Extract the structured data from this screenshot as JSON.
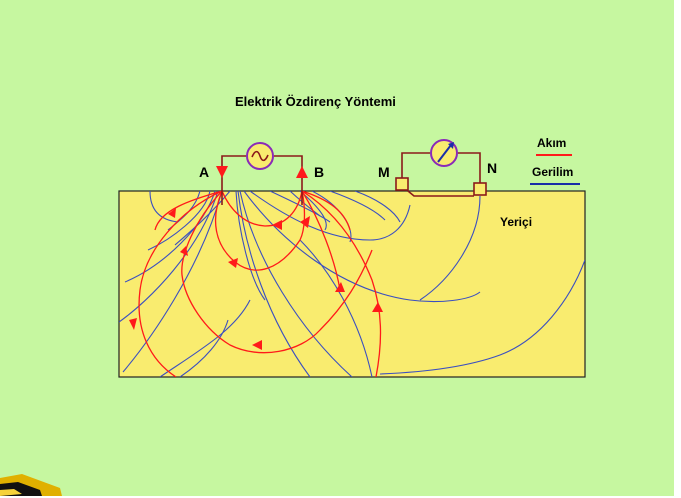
{
  "title": "Elektrik Özdirenç Yöntemi",
  "electrodes": {
    "a": "A",
    "b": "B",
    "m": "M",
    "n": "N"
  },
  "ground_label": "Yeriçi",
  "legend": [
    {
      "label": "Akım",
      "color": "#ff1a1a"
    },
    {
      "label": "Gerilim",
      "color": "#1a2ea8"
    }
  ],
  "colors": {
    "background": "#c6f7a0",
    "ground": "#f9ec6f",
    "current": "#ff1a1a",
    "equipotential": "#3b4fc0",
    "wire": "#8b1a1a",
    "source_ring": "#8a2ab8",
    "meter_ring": "#8a2ab8"
  },
  "icons": {
    "source": "ac-source-icon",
    "meter": "voltmeter-icon"
  }
}
